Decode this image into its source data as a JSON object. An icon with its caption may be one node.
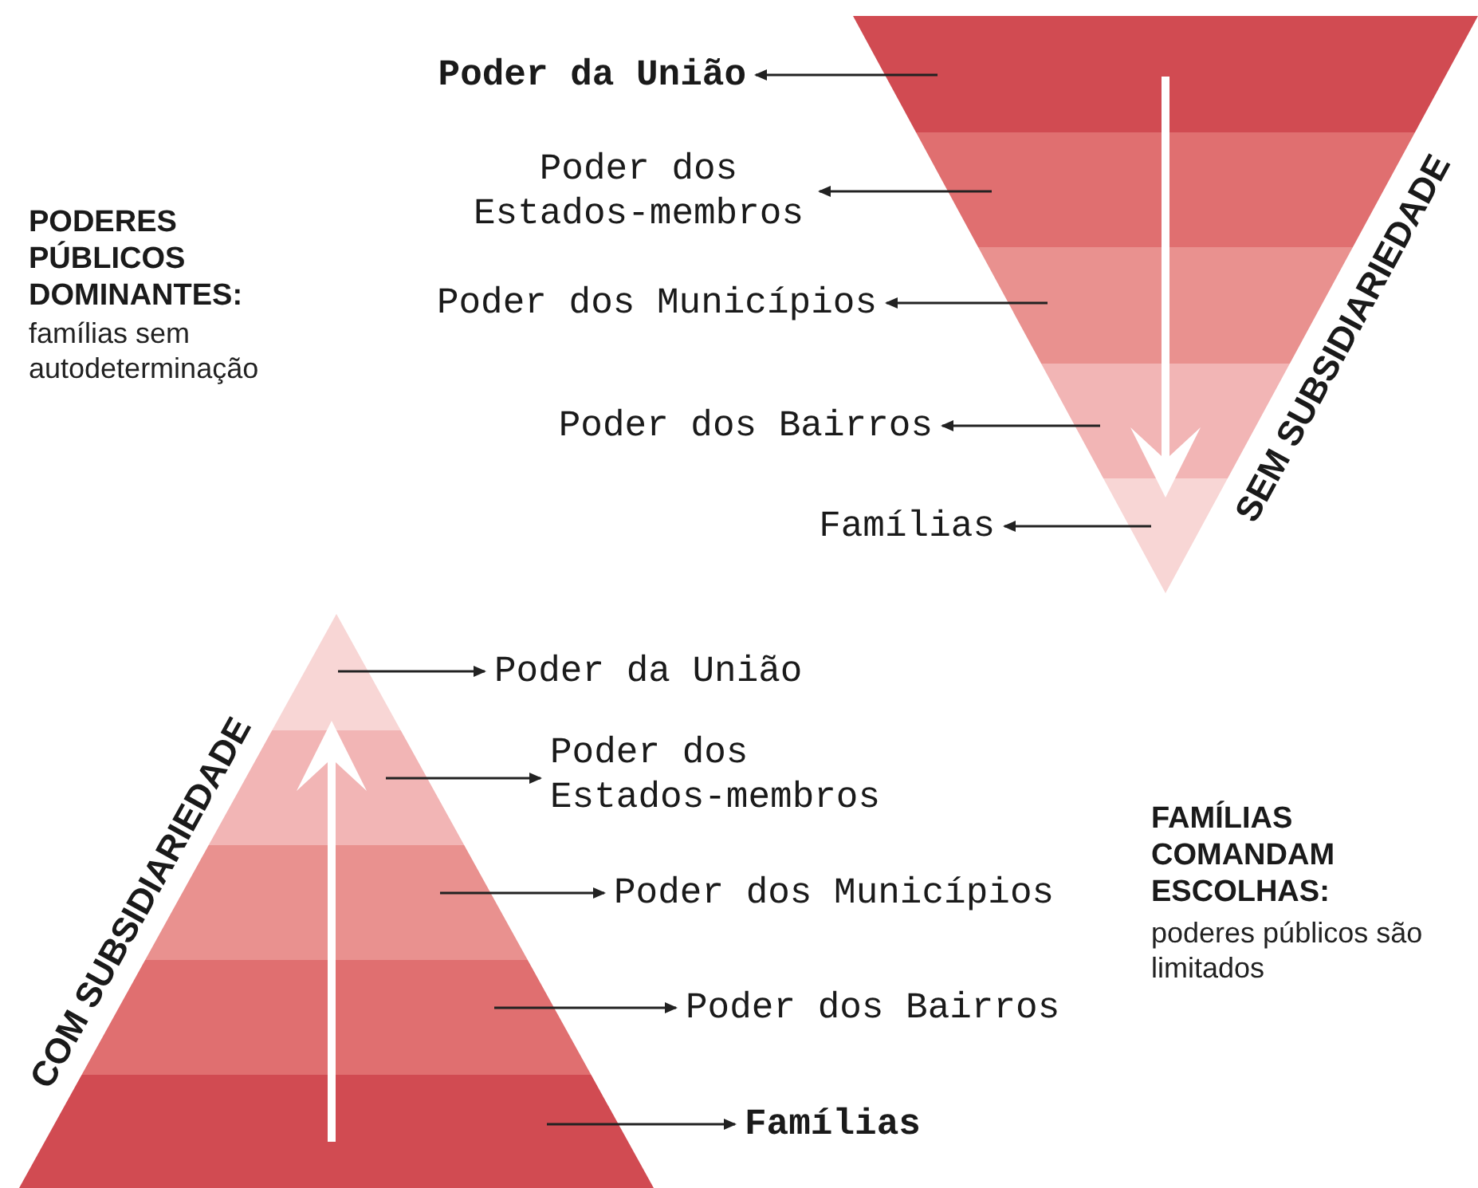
{
  "diagram": {
    "nodes": [
      {
        "text": [],
        "shape": "band"
      },
      {
        "text": [],
        "shape": "band"
      },
      {
        "text": [],
        "shape": "band"
      },
      {
        "text": [],
        "shape": "band"
      },
      {
        "text": [],
        "shape": "band"
      },
      {
        "text": [
          "Poder da União"
        ]
      },
      {
        "text": [
          "Poder dos Estados-membros"
        ]
      },
      {
        "text": [
          "Poder dos Municípios"
        ]
      },
      {
        "text": [
          "Poder dos Bairros"
        ]
      },
      {
        "text": [
          "Famílias"
        ]
      },
      {
        "text": [],
        "shape": "band"
      },
      {
        "text": [],
        "shape": "band"
      },
      {
        "text": [],
        "shape": "band"
      },
      {
        "text": [],
        "shape": "band"
      },
      {
        "text": [],
        "shape": "band"
      },
      {
        "text": [
          "Poder da União"
        ]
      },
      {
        "text": [
          "Poder dos Estados-membros"
        ]
      },
      {
        "text": [
          "Poder dos Municípios"
        ]
      },
      {
        "text": [
          "Poder dos Bairros"
        ]
      },
      {
        "text": [
          "Famílias"
        ]
      }
    ],
    "edges": [
      {
        "from": 0,
        "to": 5,
        "arrow": "to"
      },
      {
        "from": 1,
        "to": 6,
        "arrow": "to"
      },
      {
        "from": 2,
        "to": 7,
        "arrow": "to"
      },
      {
        "from": 3,
        "to": 8,
        "arrow": "to"
      },
      {
        "from": 4,
        "to": 9,
        "arrow": "to"
      },
      {
        "from": 10,
        "to": 15,
        "arrow": "to"
      },
      {
        "from": 11,
        "to": 16,
        "arrow": "to"
      },
      {
        "from": 12,
        "to": 17,
        "arrow": "to"
      },
      {
        "from": 13,
        "to": 18,
        "arrow": "to"
      },
      {
        "from": 14,
        "to": 19,
        "arrow": "to"
      },
      {
        "from": 0,
        "to": 4,
        "arrow": "to",
        "style": "thick",
        "color": "#ffffff"
      },
      {
        "from": 14,
        "to": 10,
        "arrow": "to",
        "style": "thick",
        "color": "#ffffff"
      }
    ],
    "labels": [
      "PODERES PÚBLICOS DOMINANTES:",
      "famílias sem autodeterminação",
      "SEM SUBSIDIARIEDADE",
      "COM SUBSIDIARIEDADE",
      "FAMÍLIAS COMANDAM ESCOLHAS:",
      "poderes públicos são limitados"
    ]
  }
}
